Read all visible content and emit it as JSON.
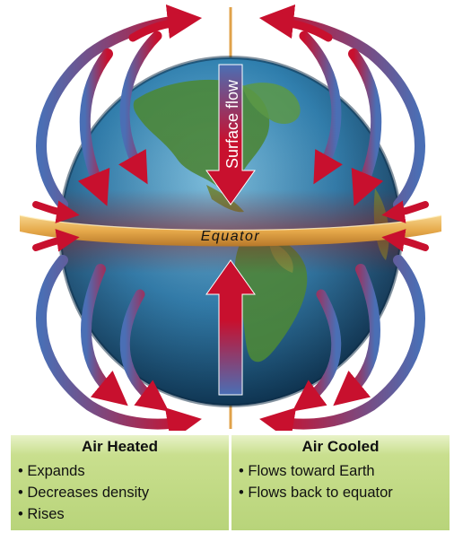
{
  "labels": {
    "surface_flow": "Surface flow",
    "equator": "Equator"
  },
  "panels": {
    "heated": {
      "title": "Air Heated",
      "items": [
        "Expands",
        "Decreases density",
        "Rises"
      ]
    },
    "cooled": {
      "title": "Air Cooled",
      "items": [
        "Flows toward Earth",
        "Flows back to equator"
      ]
    }
  },
  "colors": {
    "warm_arrow": "#c8102e",
    "cool_arrow": "#4a6fb5",
    "equator_band": "#e9b85c",
    "axis": "#e0a24a",
    "ocean": "#2a7aa8",
    "land": "#4a8a3a",
    "panel_green": "#c1d98a"
  }
}
